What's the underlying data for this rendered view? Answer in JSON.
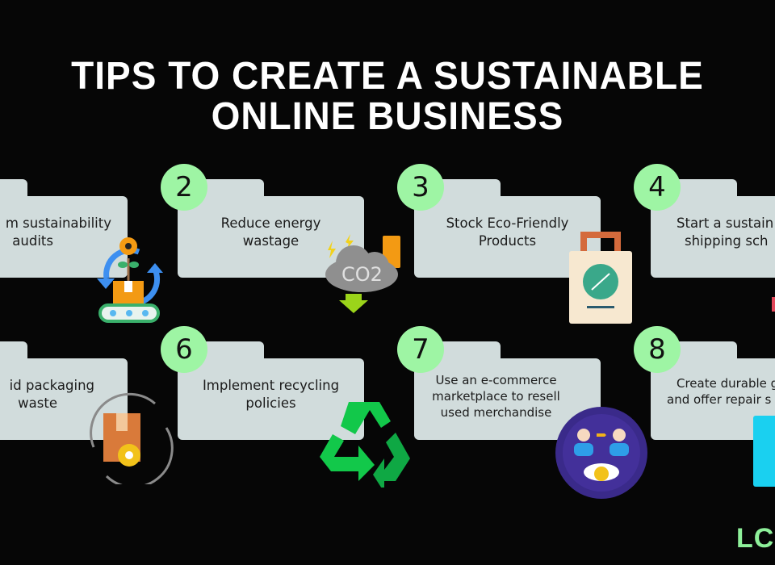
{
  "title": {
    "line1": "TIPS TO CREATE A SUSTAINABLE",
    "line2": "ONLINE BUSINESS"
  },
  "colors": {
    "background": "#060606",
    "card": "#d1dcdc",
    "badge": "#9ef5a4",
    "title": "#ffffff"
  },
  "tips": [
    {
      "number": "",
      "lines": [
        "m sustainability",
        "audits"
      ],
      "icon": "conveyor-recycle-icon"
    },
    {
      "number": "2",
      "lines": [
        "Reduce energy",
        "wastage"
      ],
      "icon": "co2-cloud-icon"
    },
    {
      "number": "3",
      "lines": [
        "Stock Eco-Friendly",
        "Products"
      ],
      "icon": "eco-bag-icon"
    },
    {
      "number": "4",
      "lines": [
        "Start a sustain",
        "shipping sch"
      ],
      "icon": ""
    },
    {
      "number": "",
      "lines": [
        "id packaging",
        "waste"
      ],
      "icon": "box-gear-cycle-icon"
    },
    {
      "number": "6",
      "lines": [
        "Implement recycling",
        "policies"
      ],
      "icon": "recycle-icon"
    },
    {
      "number": "7",
      "lines": [
        "Use an e-commerce",
        "marketplace to resell",
        "used merchandise"
      ],
      "icon": "resell-exchange-icon"
    },
    {
      "number": "8",
      "lines": [
        "Create durable g",
        "and offer repair s"
      ],
      "icon": "durable-goods-icon"
    }
  ],
  "co2_label": "CO2",
  "logo": {
    "text": "LC"
  }
}
